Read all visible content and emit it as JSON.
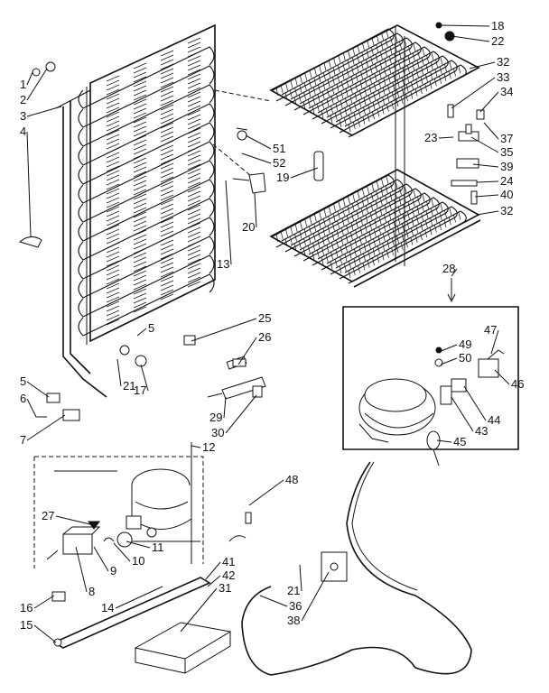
{
  "callouts": [
    {
      "id": "1",
      "label": "1"
    },
    {
      "id": "2",
      "label": "2"
    },
    {
      "id": "3",
      "label": "3"
    },
    {
      "id": "4",
      "label": "4"
    },
    {
      "id": "5a",
      "label": "5"
    },
    {
      "id": "5b",
      "label": "5"
    },
    {
      "id": "6",
      "label": "6"
    },
    {
      "id": "7",
      "label": "7"
    },
    {
      "id": "8",
      "label": "8"
    },
    {
      "id": "9",
      "label": "9"
    },
    {
      "id": "10",
      "label": "10"
    },
    {
      "id": "11",
      "label": "11"
    },
    {
      "id": "12",
      "label": "12"
    },
    {
      "id": "13",
      "label": "13"
    },
    {
      "id": "14",
      "label": "14"
    },
    {
      "id": "15",
      "label": "15"
    },
    {
      "id": "16",
      "label": "16"
    },
    {
      "id": "17",
      "label": "17"
    },
    {
      "id": "18",
      "label": "18"
    },
    {
      "id": "19",
      "label": "19"
    },
    {
      "id": "20",
      "label": "20"
    },
    {
      "id": "21a",
      "label": "21"
    },
    {
      "id": "21b",
      "label": "21"
    },
    {
      "id": "22",
      "label": "22"
    },
    {
      "id": "23",
      "label": "23"
    },
    {
      "id": "24",
      "label": "24"
    },
    {
      "id": "25",
      "label": "25"
    },
    {
      "id": "26",
      "label": "26"
    },
    {
      "id": "27",
      "label": "27"
    },
    {
      "id": "28",
      "label": "28"
    },
    {
      "id": "29",
      "label": "29"
    },
    {
      "id": "30",
      "label": "30"
    },
    {
      "id": "31",
      "label": "31"
    },
    {
      "id": "32a",
      "label": "32"
    },
    {
      "id": "32b",
      "label": "32"
    },
    {
      "id": "33",
      "label": "33"
    },
    {
      "id": "34",
      "label": "34"
    },
    {
      "id": "35",
      "label": "35"
    },
    {
      "id": "36",
      "label": "36"
    },
    {
      "id": "37",
      "label": "37"
    },
    {
      "id": "38",
      "label": "38"
    },
    {
      "id": "39",
      "label": "39"
    },
    {
      "id": "40",
      "label": "40"
    },
    {
      "id": "41",
      "label": "41"
    },
    {
      "id": "42",
      "label": "42"
    },
    {
      "id": "43",
      "label": "43"
    },
    {
      "id": "44",
      "label": "44"
    },
    {
      "id": "45",
      "label": "45"
    },
    {
      "id": "46",
      "label": "46"
    },
    {
      "id": "47",
      "label": "47"
    },
    {
      "id": "48",
      "label": "48"
    },
    {
      "id": "49",
      "label": "49"
    },
    {
      "id": "50",
      "label": "50"
    },
    {
      "id": "51",
      "label": "51"
    },
    {
      "id": "52",
      "label": "52"
    }
  ]
}
